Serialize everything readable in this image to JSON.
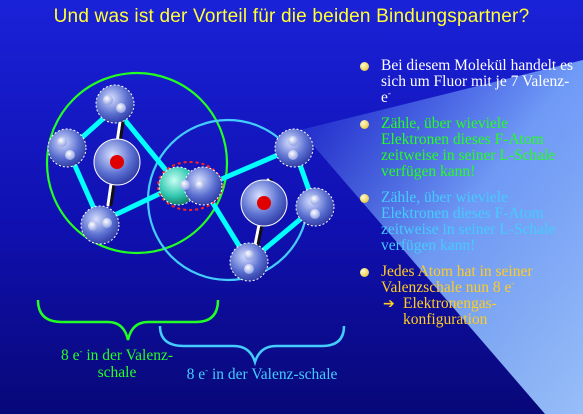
{
  "title": "Und was ist der Vorteil für die beiden Bindungspartner?",
  "bullets": [
    {
      "text": "Bei diesem Molekül handelt es sich um Fluor mit je 7 Valenz-e",
      "sup": "-"
    },
    {
      "text": "Zähle, über wieviele Elektronen dieses F-Atom zeitweise in seiner L-Schale verfügen kann!"
    },
    {
      "text": "Zähle, über wieviele Elektronen dieses F-Atom zeitweise in seiner L-Schale verfügen kann!"
    },
    {
      "text_before": "Jedes Atom hat in seiner Valenzschale nun 8 e",
      "sup": "-",
      "sub_text": "Elektronengas-konfiguration"
    }
  ],
  "labels": {
    "left": {
      "prefix": "8 e",
      "sup": "-",
      "rest": " in der Valenz-schale"
    },
    "right": {
      "prefix": "8 e",
      "sup": "-",
      "rest": " in der Valenz-schale"
    }
  },
  "colors": {
    "title": "#ffff33",
    "left_atom_shell": "#22ff22",
    "right_atom_shell": "#44ccff",
    "bond": "#00ffff",
    "nucleus": "#e00000",
    "shared_pair_ring": "#ff2222"
  },
  "icons": {
    "bullet": "bullet-dot-icon",
    "arrow": "right-arrow-icon"
  }
}
